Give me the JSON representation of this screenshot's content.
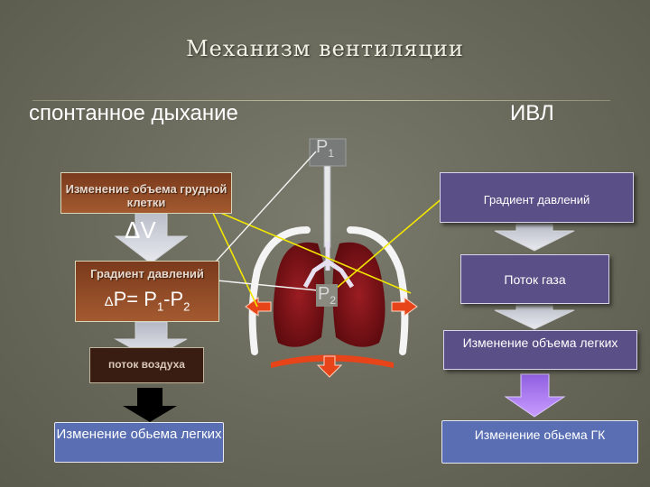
{
  "title": "Механизм вентиляции",
  "left_header": "спонтанное дыхание",
  "right_header": "ИВЛ",
  "p1_label": "P",
  "p1_sub": "1",
  "p2_label": "P",
  "p2_sub": "2",
  "left": {
    "box1": "Изменение объема грудной клетки",
    "delta_v": "ΔV",
    "box2": "Градиент давлений",
    "formula_delta": "Δ",
    "formula_p": "P= P",
    "formula_sub1": "1",
    "formula_minus": "-P",
    "formula_sub2": "2",
    "box3": "поток воздуха",
    "box4": "Изменение обьема легких"
  },
  "right": {
    "box1": "Градиент давлений",
    "box2": "Поток газа",
    "box3": "Изменение объема легких",
    "box4": "Изменение обьема ГК"
  },
  "colors": {
    "left_box": "#a45a30",
    "right_box": "#5a4f87",
    "blue_box": "#5a6fb3",
    "lung": "#7a0f14",
    "arrow_red": "#e8441a",
    "connector_yellow": "#f2e600"
  }
}
